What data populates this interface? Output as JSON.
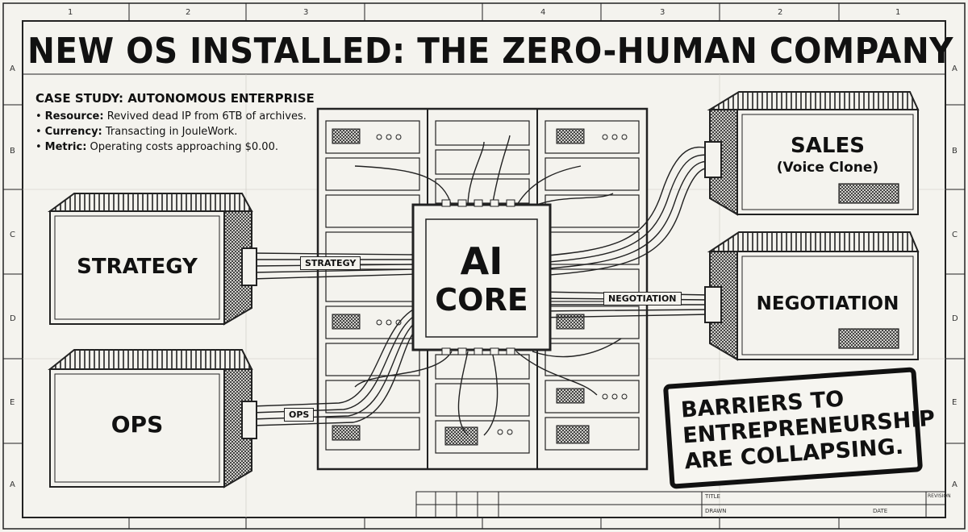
{
  "title": "NEW OS INSTALLED: THE ZERO-HUMAN COMPANY",
  "case_study": {
    "heading": "CASE STUDY: AUTONOMOUS ENTERPRISE",
    "items": [
      {
        "label": "Resource:",
        "text": " Revived dead IP from 6TB of archives."
      },
      {
        "label": "Currency:",
        "text": " Transacting in JouleWork."
      },
      {
        "label": "Metric:",
        "text": " Operating costs approaching $0.00."
      }
    ]
  },
  "core": {
    "line1": "AI",
    "line2": "CORE"
  },
  "modules": {
    "strategy": "STRATEGY",
    "ops": "OPS",
    "sales": "SALES",
    "sales_sub": "(Voice Clone)",
    "negotiation": "NEGOTIATION"
  },
  "cable_tags": {
    "strategy": "STRATEGY",
    "negotiation": "NEGOTIATION",
    "ops": "OPS"
  },
  "callout": {
    "line1": "BARRIERS TO",
    "line2": "ENTREPRENEURSHIP",
    "line3": "ARE COLLAPSING."
  },
  "title_block": {
    "title": "TITLE",
    "drawn": "DRAWN",
    "date": "DATE",
    "revision": "REVISION"
  },
  "border_grid": {
    "columns": [
      "1",
      "2",
      "3",
      "4",
      "3",
      "2",
      "1"
    ],
    "rows": [
      "A",
      "B",
      "C",
      "D",
      "E",
      "A"
    ]
  }
}
